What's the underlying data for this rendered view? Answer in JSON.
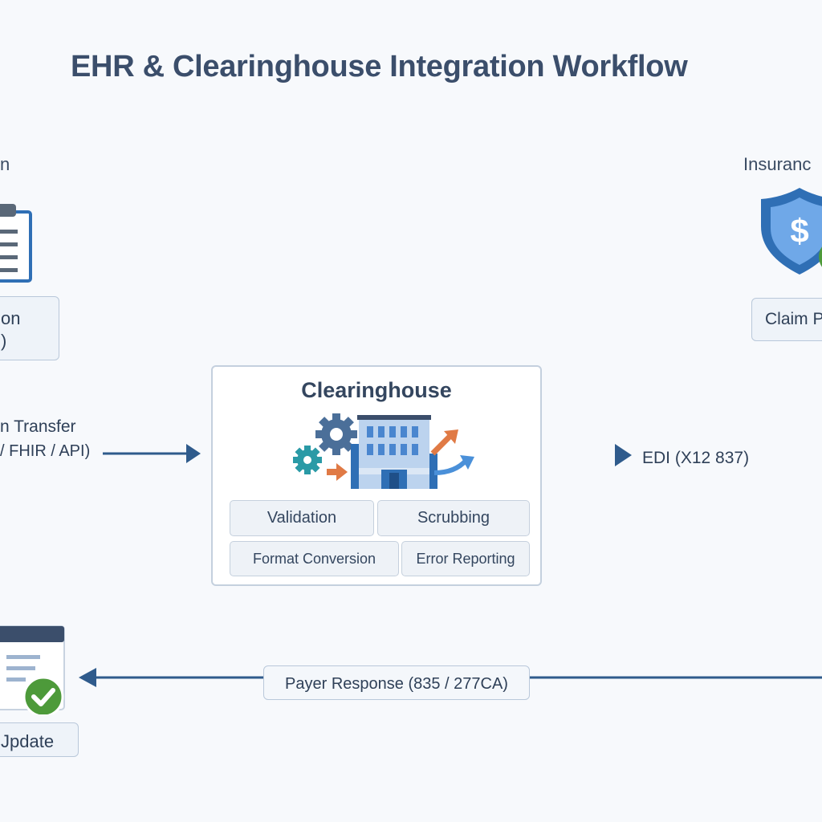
{
  "title": "EHR & Clearinghouse Integration Workflow",
  "ehr": {
    "title": "n",
    "label_line1": "on",
    "label_line2": ")"
  },
  "data_transfer": {
    "line1": "n Transfer",
    "line2": "/ FHIR / API)"
  },
  "clearinghouse": {
    "title": "Clearinghouse",
    "functions": [
      "Validation",
      "Scrubbing",
      "Format Conversion",
      "Error Reporting"
    ]
  },
  "edi_label": "EDI (X12 837)",
  "insurance": {
    "title": "Insuranc",
    "label": "Claim P"
  },
  "payer_response": "Payer Response (835 / 277CA)",
  "status_update": "Jpdate",
  "colors": {
    "navy": "#2f5b8c",
    "shield": "#2f6fb5",
    "green": "#4d9a3a",
    "teal": "#2a9aa6",
    "orange": "#e07a45",
    "light_blue": "#4a90d9"
  }
}
